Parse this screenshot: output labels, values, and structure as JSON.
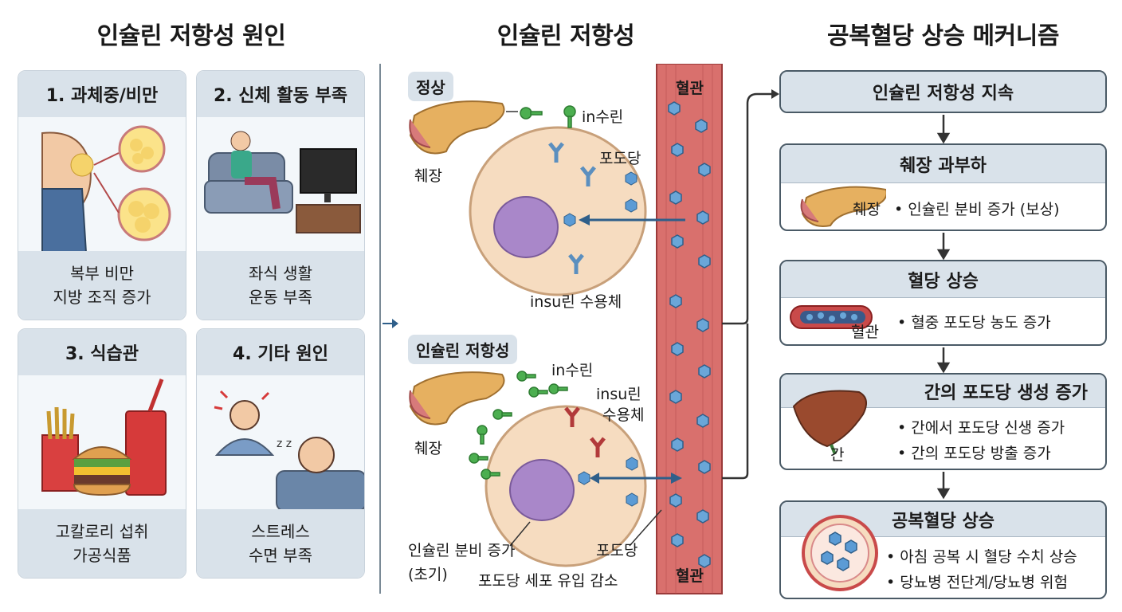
{
  "titles": {
    "left": "인슐린 저항성 원인",
    "middle": "인슐린 저항성",
    "right": "공복혈당 상승 메커니즘"
  },
  "causes": [
    {
      "title": "1. 과체중/비만",
      "line1": "복부 비만",
      "line2": "지방 조직 증가"
    },
    {
      "title": "2. 신체 활동 부족",
      "line1": "좌식 생활",
      "line2": "운동 부족"
    },
    {
      "title": "3. 식습관",
      "line1": "고칼로리 섭취",
      "line2": "가공식품"
    },
    {
      "title": "4. 기타 원인",
      "line1": "스트레스",
      "line2": "수면 부족"
    }
  ],
  "middle": {
    "normal": {
      "label": "정상",
      "pancreas": "췌장",
      "insulin": "in수린",
      "glucose": "포도당",
      "receptor": "insu린 수용체"
    },
    "resistance": {
      "label": "인슐린 저항성",
      "pancreas": "췌장",
      "insulin": "in수린",
      "receptor_line1": "insu린",
      "receptor_line2": "수용체",
      "secretion_line1": "인슐린 분비 증가",
      "secretion_line2": "(초기)",
      "glucose": "포도당",
      "uptake": "포도당 세포 유입 감소"
    },
    "vessel_top": "혈관",
    "vessel_bottom": "혈관"
  },
  "mechanism": {
    "step1": {
      "title": "인슐린 저항성 지속"
    },
    "step2": {
      "title": "췌장 과부하",
      "organ": "췌장",
      "bullets": [
        "• 인슐린 분비 증가 (보상)"
      ]
    },
    "step3": {
      "title": "혈당 상승",
      "organ": "혈관",
      "bullets": [
        "• 혈중 포도당 농도 증가"
      ]
    },
    "step4": {
      "title": "간의 포도당 생성 증가",
      "organ": "간",
      "bullets": [
        "• 간에서 포도당 신생 증가",
        "• 간의 포도당 방출 증가"
      ]
    },
    "step5": {
      "title": "공복혈당 상승",
      "bullets": [
        "• 아침 공복 시 혈당 수치 상승",
        "• 당뇨병 전단계/당뇨병 위험"
      ]
    }
  },
  "colors": {
    "panel_header": "#d9e2ea",
    "vessel": "#d9706d",
    "glucose": "#5b9bd5",
    "insulin": "#4caf50",
    "arrow": "#2f5f8a",
    "cell": "#f6dcc0",
    "nucleus": "#a987c9"
  }
}
